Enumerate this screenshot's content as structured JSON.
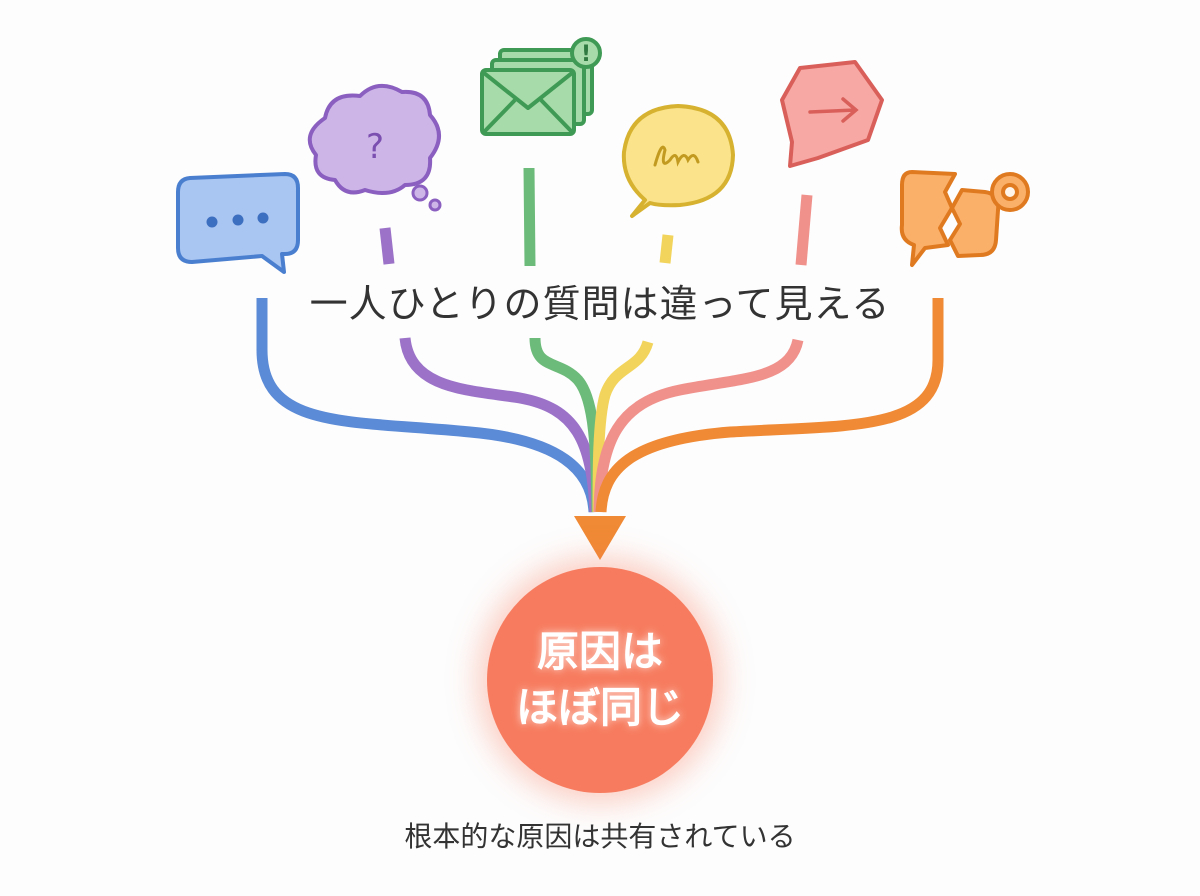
{
  "headline": "一人ひとりの質問は違って見える",
  "core": {
    "line1": "原因は",
    "line2": "ほぼ同じ"
  },
  "caption": "根本的な原因は共有されている",
  "icons": [
    "chat-bubble-icon",
    "thought-question-icon",
    "envelope-stack-icon",
    "handwriting-bubble-icon",
    "arrow-hexagon-icon",
    "broken-bubble-gear-icon"
  ],
  "icon_text": {
    "question": "?",
    "alert": "!"
  },
  "colors": {
    "blue": "#5b8ad6",
    "purple": "#9b72c8",
    "green": "#6dbb7a",
    "yellow": "#f2d45c",
    "pink": "#f0918c",
    "orange": "#f08a35",
    "core": "#f77c5f"
  }
}
